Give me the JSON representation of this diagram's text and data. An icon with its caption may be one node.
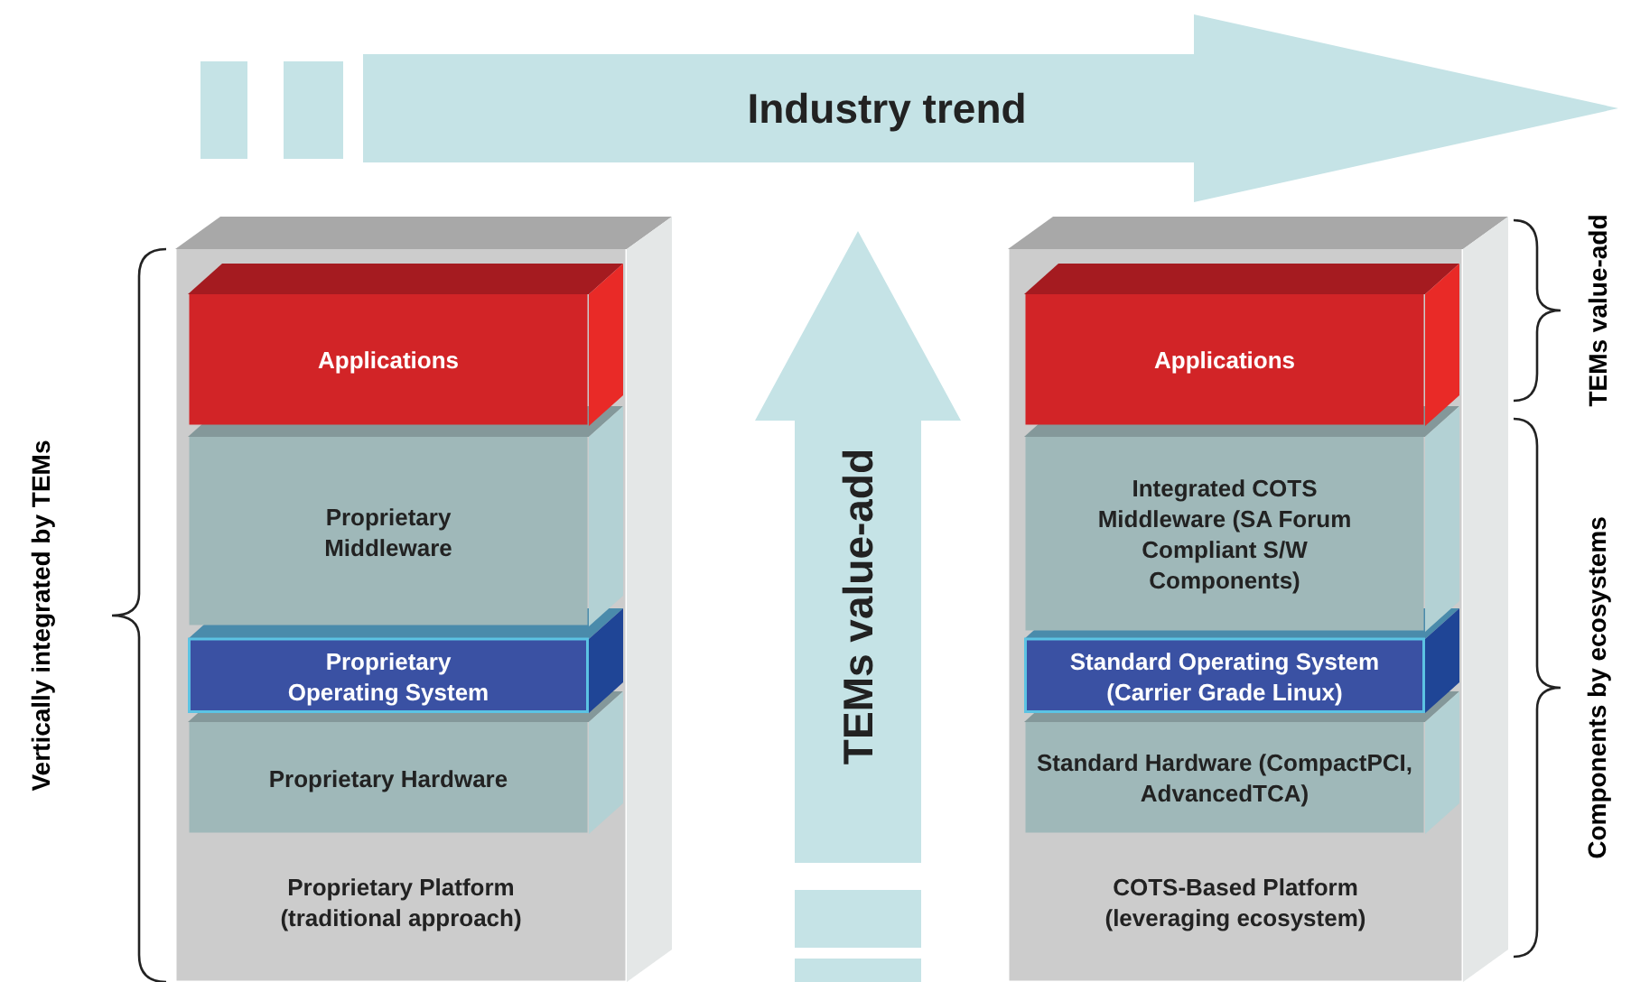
{
  "diagram": {
    "nodes": [
      {
        "text": [
          "Proprietary Platform (traditional approach)"
        ]
      },
      {
        "text": [
          "Applications"
        ],
        "in": 0
      },
      {
        "text": [
          "Proprietary Middleware"
        ],
        "in": 0
      },
      {
        "text": [
          "Proprietary Operating System"
        ],
        "in": 0
      },
      {
        "text": [
          "Proprietary Hardware"
        ],
        "in": 0
      },
      {
        "text": [
          "COTS-Based Platform (leveraging ecosystem)"
        ]
      },
      {
        "text": [
          "Applications"
        ],
        "in": 5
      },
      {
        "text": [
          "Integrated COTS Middleware (SA Forum Compliant S/W Components)"
        ],
        "in": 5
      },
      {
        "text": [
          "Standard Operating System (Carrier Grade Linux)"
        ],
        "in": 5
      },
      {
        "text": [
          "Standard Hardware (CompactPCI,  AdvancedTCA)"
        ],
        "in": 5
      },
      {
        "text": [
          "Industry trend"
        ]
      },
      {
        "text": [
          "TEMs value-add"
        ]
      }
    ],
    "edges": [],
    "labels": [
      "Vertically integrated by TEMs",
      "TEMs value-add",
      "Components by ecosystems"
    ]
  }
}
